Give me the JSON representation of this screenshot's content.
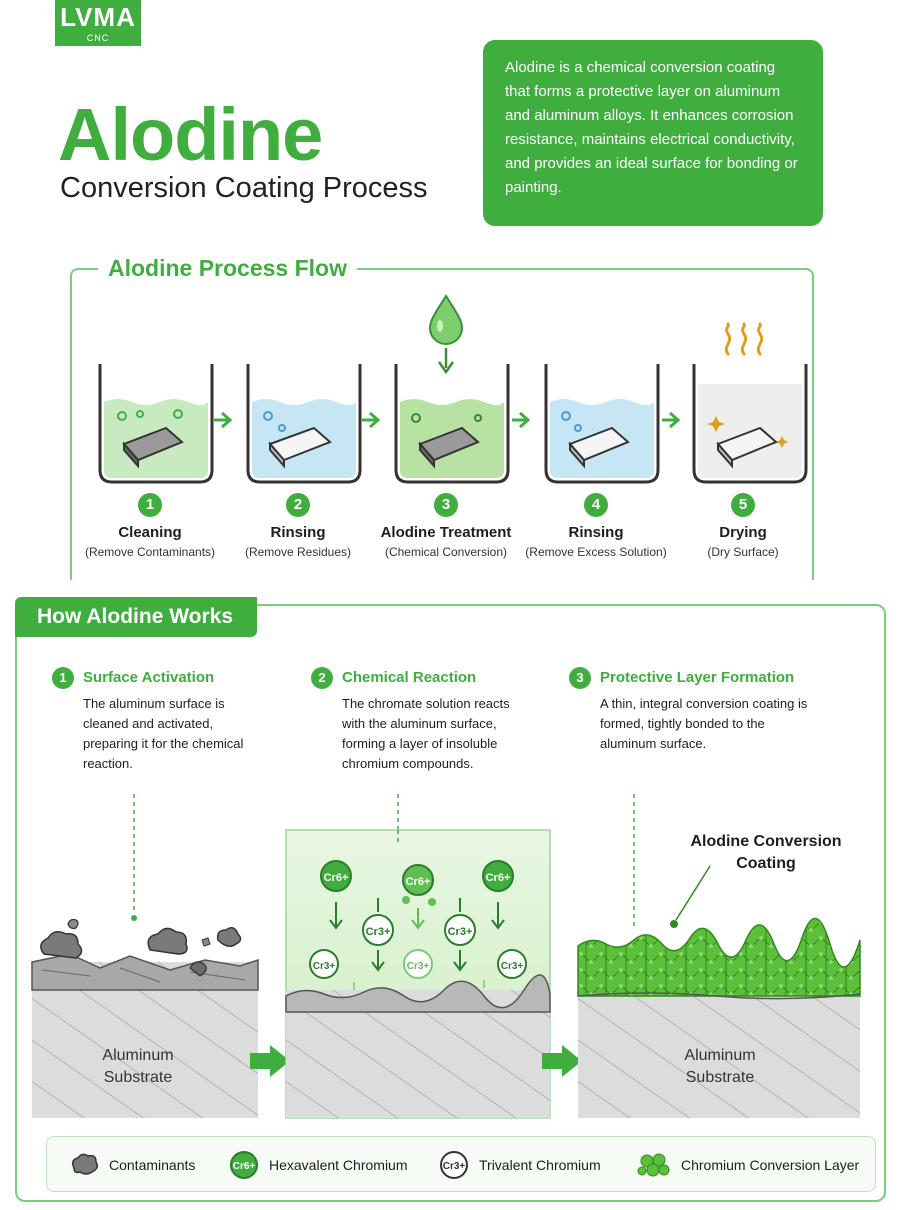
{
  "logo": {
    "main": "LVMA",
    "sub": "CNC"
  },
  "hero": {
    "title": "Alodine",
    "subtitle": "Conversion Coating Process"
  },
  "intro": "Alodine is a chemical conversion coating that forms a protective layer on aluminum and aluminum alloys. It enhances corrosion resistance, maintains electrical conductivity, and provides an ideal surface for bonding or painting.",
  "flow": {
    "title": "Alodine Process Flow",
    "steps": [
      {
        "num": "1",
        "name": "Cleaning",
        "desc": "(Remove Contaminants)",
        "liquid": "#c8eac0"
      },
      {
        "num": "2",
        "name": "Rinsing",
        "desc": "(Remove Residues)",
        "liquid": "#c6e6f6"
      },
      {
        "num": "3",
        "name": "Alodine Treatment",
        "desc": "(Chemical Conversion)",
        "liquid": "#b8e2a4"
      },
      {
        "num": "4",
        "name": "Rinsing",
        "desc": "(Remove Excess Solution)",
        "liquid": "#c6e6f6"
      },
      {
        "num": "5",
        "name": "Drying",
        "desc": "(Dry Surface)",
        "liquid": "#eeeeee"
      }
    ]
  },
  "how": {
    "title": "How Alodine Works",
    "columns": [
      {
        "num": "1",
        "title": "Surface Activation",
        "text": "The aluminum surface is cleaned and activated, preparing it for the chemical reaction."
      },
      {
        "num": "2",
        "title": "Chemical Reaction",
        "text": "The chromate solution reacts with the aluminum surface, forming a layer of insoluble chromium compounds."
      },
      {
        "num": "3",
        "title": "Protective Layer Formation",
        "text": "A thin, integral conversion coating is formed, tightly bonded to the aluminum surface."
      }
    ],
    "substrate_label_1": "Aluminum Substrate",
    "substrate_label_3": "Aluminum Substrate",
    "coating_label": "Alodine Conversion Coating",
    "ion_hex": "Cr6+",
    "ion_tri": "Cr3+"
  },
  "legend": {
    "contaminants": "Contaminants",
    "hex": "Hexavalent Chromium",
    "tri": "Trivalent Chromium",
    "layer": "Chromium Conversion Layer",
    "hex_symbol": "Cr6+",
    "tri_symbol": "Cr3+"
  },
  "colors": {
    "brand": "#3fae3f",
    "frame": "#7dcb7d"
  }
}
